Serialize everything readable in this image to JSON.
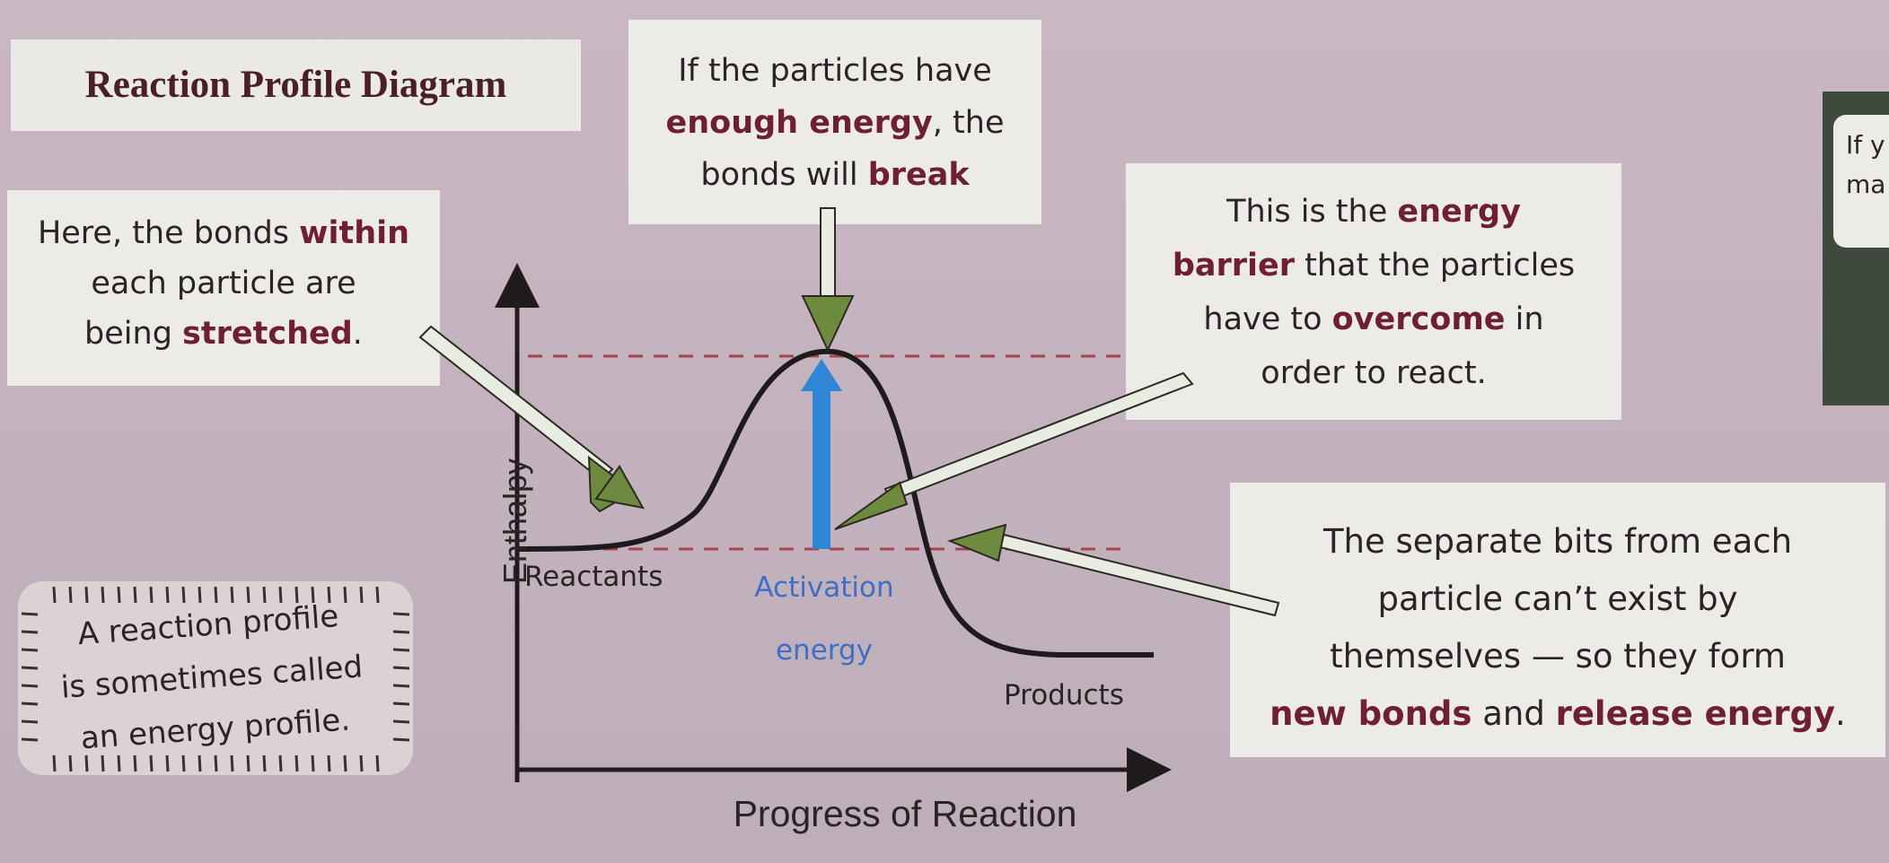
{
  "title": "Reaction Profile Diagram",
  "callouts": {
    "stretched": {
      "line1_pre": "Here, the bonds ",
      "line1_em": "within",
      "line2": "each particle are",
      "line3_pre": "being ",
      "line3_em": "stretched",
      "line3_post": "."
    },
    "break": {
      "line1": "If the particles have",
      "line2_em": "enough energy",
      "line2_post": ", the",
      "line3_pre": "bonds will ",
      "line3_em": "break"
    },
    "barrier": {
      "line1_pre": "This is the ",
      "line1_em": "energy",
      "line2_em": "barrier",
      "line2_post": " that the particles",
      "line3_pre": "have to ",
      "line3_em": "overcome",
      "line3_post": " in",
      "line4": "order to react."
    },
    "new_bonds": {
      "line1": "The separate bits from each",
      "line2": "particle can’t exist by",
      "line3": "themselves — so they form",
      "line4_em1": "new bonds",
      "line4_mid": " and ",
      "line4_em2": "release energy",
      "line4_post": "."
    }
  },
  "note": {
    "line1": "A reaction profile",
    "line2": "is sometimes called",
    "line3": "an energy profile."
  },
  "side_card": {
    "line1": "If y",
    "line2": "ma"
  },
  "graph": {
    "x_axis_label": "Progress of Reaction",
    "y_axis_label": "Enthalpy",
    "reactants_label": "Reactants",
    "products_label": "Products",
    "activation_label_line1": "Activation",
    "activation_label_line2": "energy"
  },
  "colors": {
    "arrow_green": "#6e8a3e",
    "activation_blue": "#2f86d6",
    "emphasis": "#6e1f34",
    "dashed_red": "#a8434f"
  }
}
